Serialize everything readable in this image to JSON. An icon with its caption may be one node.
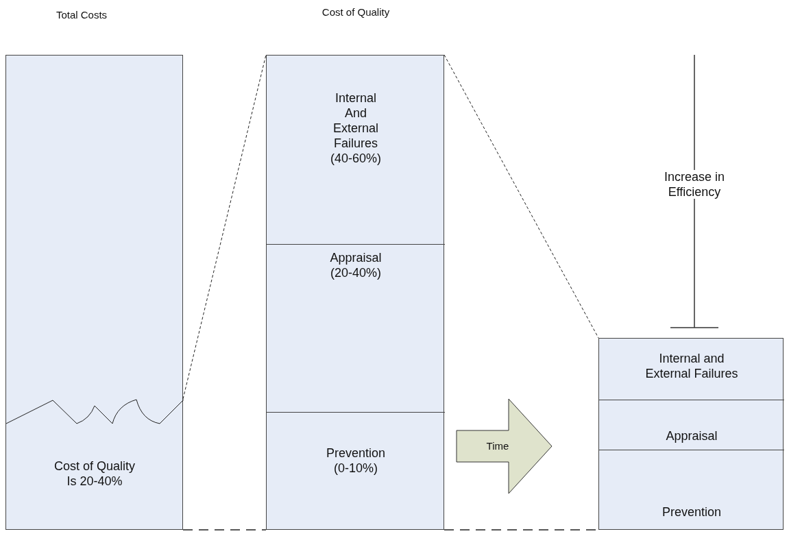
{
  "diagram": {
    "nodes": [
      {
        "text": [
          "Total Costs"
        ]
      },
      {
        "text": [
          "Cost of Quality Is 20-40%"
        ],
        "in": 0
      },
      {
        "text": [
          "Cost of Quality"
        ]
      },
      {
        "text": [
          "Internal And External Failures (40-60%)"
        ],
        "in": 2
      },
      {
        "text": [
          "Appraisal (20-40%)"
        ],
        "in": 2
      },
      {
        "text": [
          "Prevention (0-10%)"
        ],
        "in": 2
      },
      {
        "text": [],
        "shape": "box"
      },
      {
        "text": [
          "Internal and External Failures"
        ],
        "in": 6
      },
      {
        "text": [
          "Appraisal"
        ],
        "in": 6
      },
      {
        "text": [
          "Prevention"
        ],
        "in": 6
      },
      {
        "text": [
          "Time"
        ]
      }
    ],
    "edges": [
      {
        "from": 1,
        "to": 2,
        "arrow": "none",
        "style": "dashed"
      },
      {
        "from": 2,
        "to": 6,
        "arrow": "none",
        "style": "dashed"
      },
      {
        "from": 0,
        "to": 2,
        "arrow": "none",
        "style": "dashed"
      },
      {
        "from": 2,
        "to": 6,
        "arrow": "none",
        "style": "dashed"
      }
    ],
    "labels": [
      "Increase in Efficiency"
    ]
  }
}
